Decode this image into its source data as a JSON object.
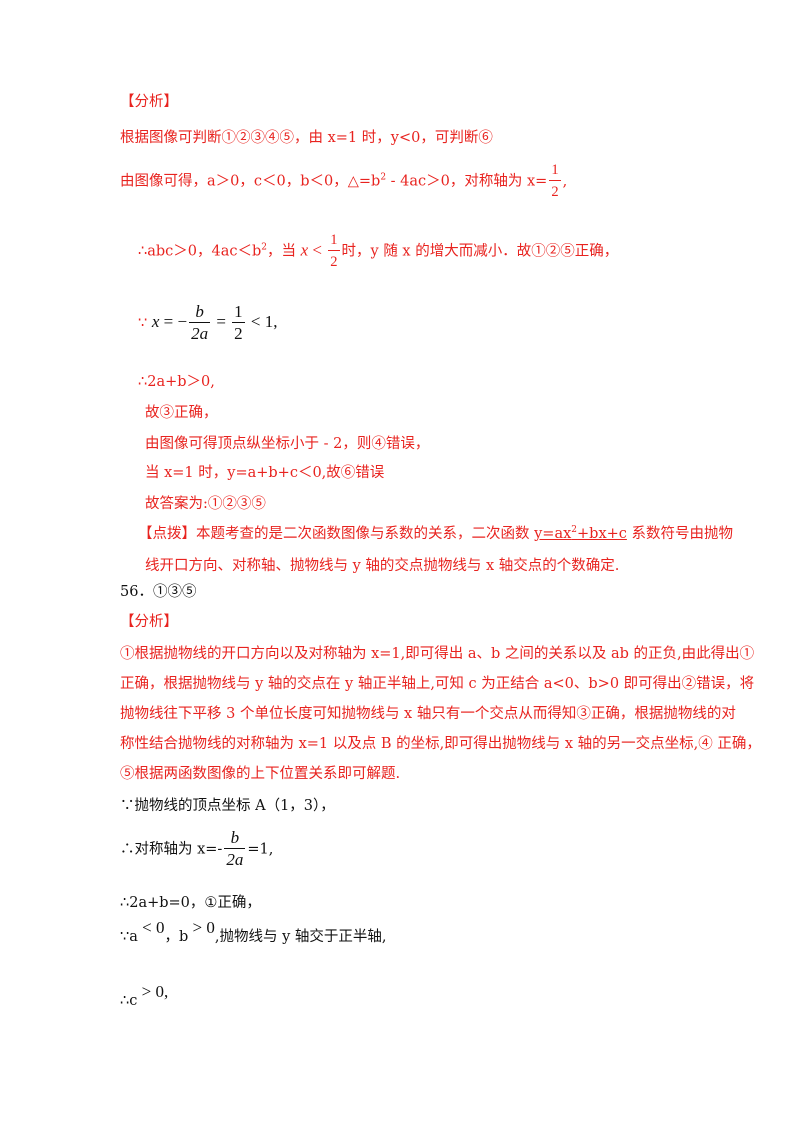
{
  "sec55": {
    "fenxi": "【分析】",
    "l1": "根据图像可判断①②③④⑤，由 x=1 时，y<0，可判断⑥",
    "l2a": "由图像可得，a＞0，c＜0，b＜0，△=b",
    "l2sup": "2",
    "l2b": " - 4ac＞0，对称轴为 x=",
    "l2num": "1",
    "l2den": "2",
    "l2end": ",",
    "l3a": "∴abc＞0，4ac＜b",
    "l3sup": "2",
    "l3b": "，当 ",
    "l3x": "x",
    "l3lt": " < ",
    "l3num": "1",
    "l3den": "2",
    "l3c": "时，y 随 x 的增大而减小．故①②⑤正确，",
    "l4sym": "∵",
    "l4x": "x",
    "l4eq": " = −",
    "l4num": "b",
    "l4den": "2a",
    "l4eq2": " = ",
    "l4num2": "1",
    "l4den2": "2",
    "l4end": " < 1,",
    "l5": "∴2a+b＞0,",
    "l6": "故③正确，",
    "l7": "由图像可得顶点纵坐标小于 - 2，则④错误，",
    "l8": "当 x=1 时，y=a+b+c＜0,故⑥错误",
    "l9": "故答案为:①②③⑤",
    "dianbo": "【点拨】",
    "l10a": "本题考查的是二次函数图像与系数的关系，二次函数 ",
    "l10u1": "y=ax",
    "l10sup": "2",
    "l10u2": "+bx+c",
    "l10b": " 系数符号由抛物",
    "l11": "线开口方向、对称轴、抛物线与 y 轴的交点抛物线与 x 轴交点的个数确定."
  },
  "sec56": {
    "answer": "56．①③⑤",
    "fenxi": "【分析】",
    "p1": "①根据抛物线的开口方向以及对称轴为 x=1,即可得出 a、b 之间的关系以及 ab 的正负,由此得出①",
    "p2": "正确，根据抛物线与 y 轴的交点在 y 轴正半轴上,可知 c 为正结合 a<0、b>0 即可得出②错误，将",
    "p3": "抛物线往下平移 3 个单位长度可知抛物线与 x 轴只有一个交点从而得知③正确，根据抛物线的对",
    "p4": "称性结合抛物线的对称轴为 x=1 以及点 B 的坐标,即可得出抛物线与 x 轴的另一交点坐标,④ 正确，",
    "p5": "⑤根据两函数图像的上下位置关系即可解题.",
    "b1": "∵抛物线的顶点坐标 A（1，3），",
    "b2a": "∴对称轴为 x=-",
    "b2num": "b",
    "b2den": "2a",
    "b2b": "=1,",
    "b3": "∴2a+b=0，①正确，",
    "b4a": "∵a",
    "b4m1": " < 0",
    "b4b": "，b",
    "b4m2": " > 0",
    "b4c": ",抛物线与 y 轴交于正半轴,",
    "b5a": "∴c",
    "b5m": " > 0,"
  }
}
